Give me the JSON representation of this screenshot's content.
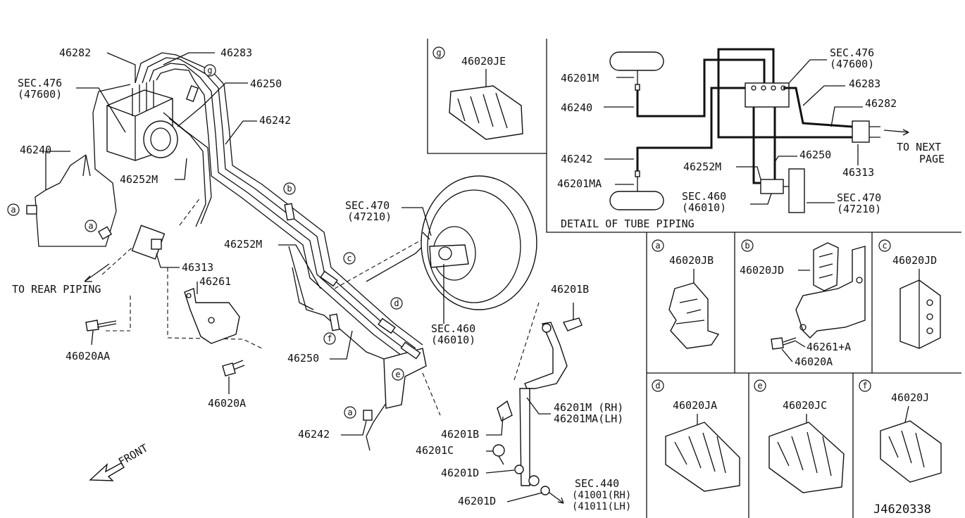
{
  "diagram_id": "J4620338",
  "front_label": "FRONT",
  "to_rear_piping": "TO REAR PIPING",
  "main_labels": {
    "l46282": "46282",
    "l46283": "46283",
    "sec476": "SEC.476",
    "sec476b": "(47600)",
    "l46250a": "46250",
    "l46242a": "46242",
    "l46240": "46240",
    "l46252M_a": "46252M",
    "l46313": "46313",
    "l46261": "46261",
    "l46020AA": "46020AA",
    "l46020A": "46020A",
    "sec470": "SEC.470",
    "sec470b": "(47210)",
    "l46252M_b": "46252M",
    "sec460": "SEC.460",
    "sec460b": "(46010)",
    "l46250b": "46250",
    "l46242b": "46242",
    "l46201B_a": "46201B",
    "l46201M": "46201M (RH)",
    "l46201MA": "46201MA(LH)",
    "l46201B_b": "46201B",
    "l46201C": "46201C",
    "l46201D_a": "46201D",
    "l46201D_b": "46201D",
    "sec440": "SEC.440",
    "sec440b": "(41001(RH)",
    "sec440c": "(41011(LH)"
  },
  "detail": {
    "title": "DETAIL OF TUBE PIPING",
    "sec476": "SEC.476",
    "sec476b": "(47600)",
    "l46283": "46283",
    "l46282": "46282",
    "l46201M": "46201M",
    "l46240": "46240",
    "l46242": "46242",
    "l46201MA": "46201MA",
    "l46252M": "46252M",
    "l46250": "46250",
    "l46313": "46313",
    "sec460": "SEC.460",
    "sec460b": "(46010)",
    "sec470": "SEC.470",
    "sec470b": "(47210)",
    "to_next": "TO NEXT",
    "page": "PAGE"
  },
  "callouts": {
    "a": "a",
    "b": "b",
    "c": "c",
    "d": "d",
    "e": "e",
    "f": "f",
    "g": "g"
  },
  "insets": {
    "g_part": "46020JE",
    "a_part": "46020JB",
    "b_part1": "46020JD",
    "b_part2": "46261+A",
    "b_part3": "46020A",
    "c_part": "46020JD",
    "d_part": "46020JA",
    "e_part": "46020JC",
    "f_part": "46020J"
  }
}
